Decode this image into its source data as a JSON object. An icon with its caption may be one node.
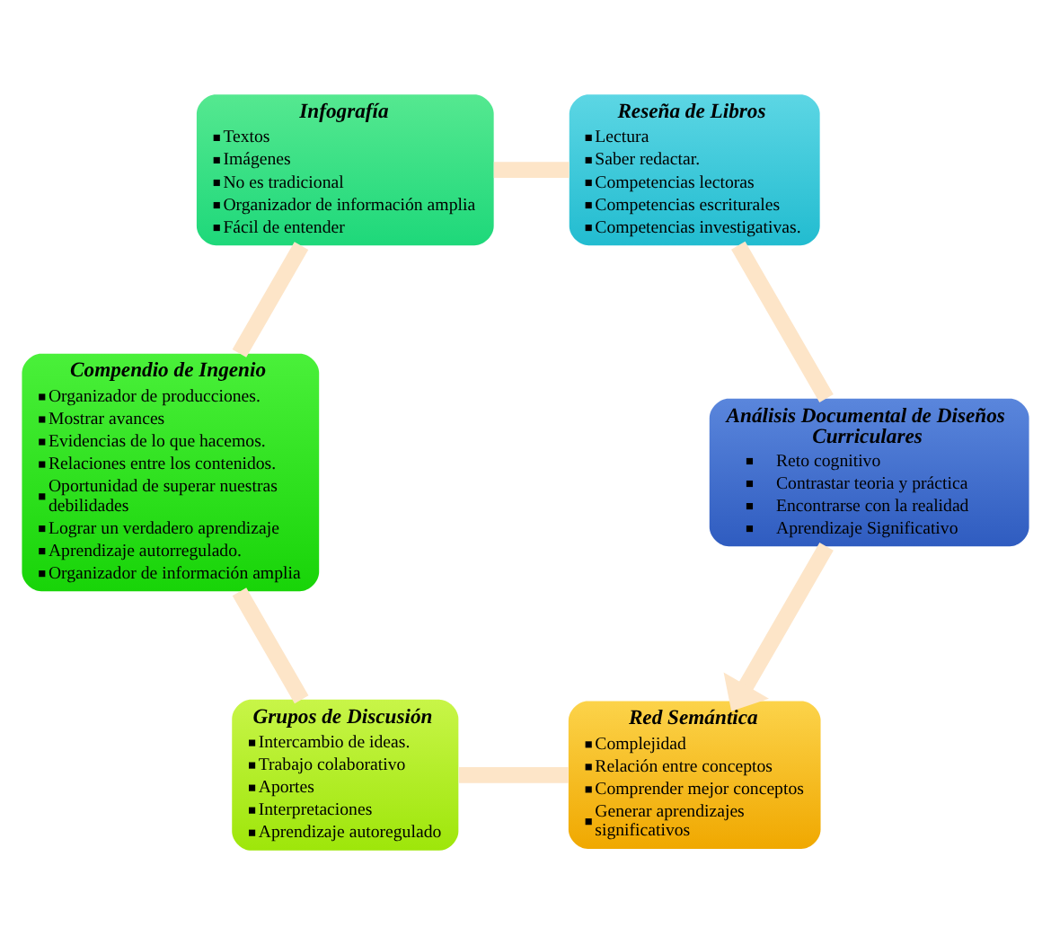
{
  "diagram": {
    "nodes": [
      {
        "text": [
          "Red Semántica",
          "Complejidad",
          "Relación entre conceptos",
          "Comprender mejor conceptos",
          "Generar aprendizajes significativos"
        ]
      },
      {
        "text": [
          "Grupos de Discusión",
          "Intercambio de ideas.",
          "Trabajo colaborativo",
          "Aportes",
          "Interpretaciones",
          "Aprendizaje autoregulado"
        ]
      },
      {
        "text": [
          "Compendio de Ingenio",
          "Organizador de producciones.",
          "Mostrar avances",
          "Evidencias de lo que hacemos.",
          "Relaciones entre los contenidos.",
          "Oportunidad de superar nuestras debilidades",
          "Lograr un verdadero aprendizaje",
          "Aprendizaje autorregulado.",
          "Organizador de información amplia"
        ]
      },
      {
        "text": [
          "Infografía",
          "Textos",
          "Imágenes",
          "No es tradicional",
          "Organizador de información amplia",
          "Fácil de entender"
        ]
      },
      {
        "text": [
          "Reseña de Libros",
          "Lectura",
          "Saber redactar.",
          "Competencias lectoras",
          "Competencias escriturales",
          "Competencias investigativas."
        ]
      },
      {
        "text": [
          "Análisis Documental de Diseños Curriculares",
          "Reto cognitivo",
          "Contrastar teoria y práctica",
          "Encontrarse con la realidad",
          "Aprendizaje Significativo"
        ]
      }
    ],
    "edges": [
      {
        "from": 0,
        "to": 1,
        "arrow": "none"
      },
      {
        "from": 1,
        "to": 2,
        "arrow": "none"
      },
      {
        "from": 2,
        "to": 3,
        "arrow": "none"
      },
      {
        "from": 3,
        "to": 4,
        "arrow": "none"
      },
      {
        "from": 4,
        "to": 5,
        "arrow": "none"
      },
      {
        "from": 5,
        "to": 0,
        "arrow": "to"
      }
    ]
  }
}
